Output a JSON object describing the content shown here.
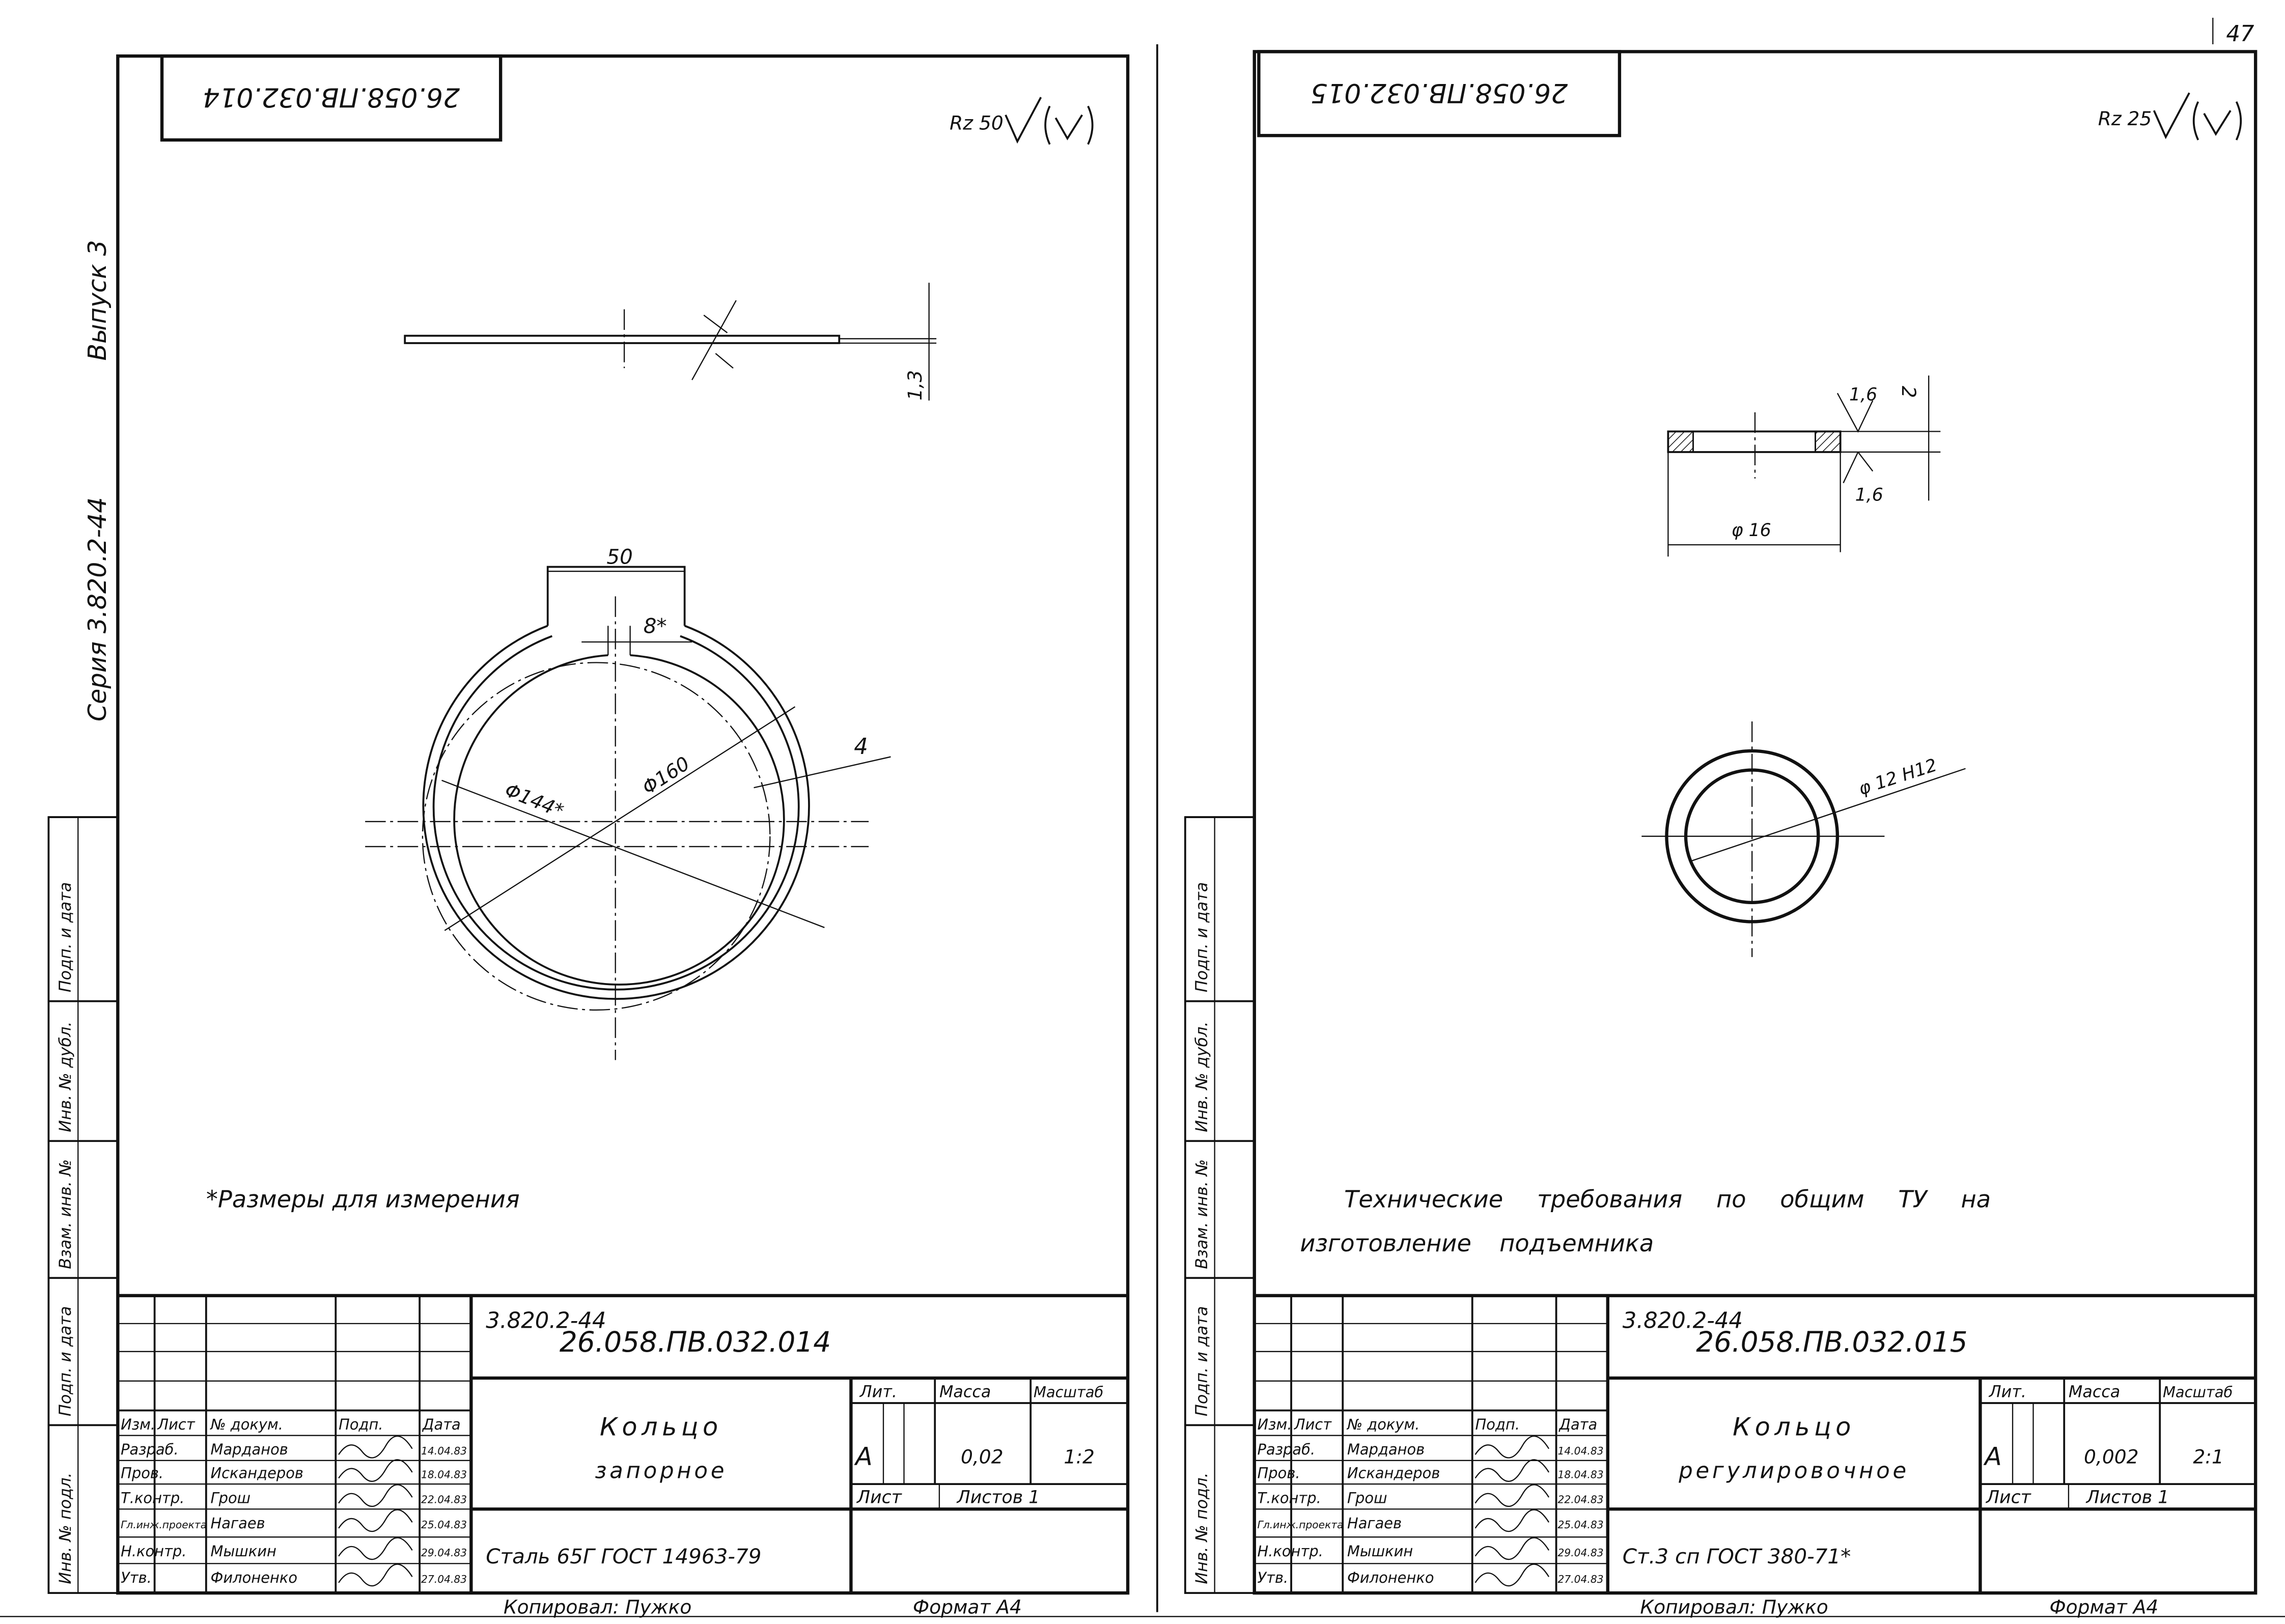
{
  "page_number": "47",
  "margin_left": {
    "series": "Серия 3.820.2-44",
    "issue": "Выпуск 3"
  },
  "side_stamps": [
    "Инв. № подл.",
    "Подп. и дата",
    "Взам. инв. №",
    "Инв. № дубл.",
    "Подп. и дата"
  ],
  "sheets": [
    {
      "stamp_code": "26.058.ПВ.032.014",
      "roughness": "Rz 50",
      "dims": {
        "thickness": "1,3",
        "width": "50",
        "gap": "8*",
        "d_inner": "Φ144*",
        "d_outer": "Φ160",
        "wall": "4"
      },
      "notes": [
        "*Размеры для измерения"
      ],
      "series_code": "3.820.2-44",
      "doc_code": "26.058.ПВ.032.014",
      "name_line1": "Кольцо",
      "name_line2": "запорное",
      "material": "Сталь 65Г ГОСТ 14963-79",
      "lit_header": "Лит.",
      "mass_header": "Масса",
      "scale_header": "Масштаб",
      "lit": "А",
      "mass": "0,02",
      "scale": "1:2",
      "sheet_label": "Лист",
      "sheets_label": "Листов 1",
      "header": [
        "Изм.",
        "Лист",
        "№ докум.",
        "Подп.",
        "Дата"
      ],
      "rows": [
        {
          "role": "Разраб.",
          "name": "Марданов",
          "date": "14.04.83"
        },
        {
          "role": "Пров.",
          "name": "Искандеров",
          "date": "18.04.83"
        },
        {
          "role": "Т.контр.",
          "name": "Грош",
          "date": "22.04.83"
        },
        {
          "role": "Гл.инж.проекта",
          "name": "Нагаев",
          "date": "25.04.83"
        },
        {
          "role": "Н.контр.",
          "name": "Мышкин",
          "date": "29.04.83"
        },
        {
          "role": "Утв.",
          "name": "Филоненко",
          "date": "27.04.83"
        }
      ],
      "copied": "Копировал: Пужко",
      "format": "Формат А4"
    },
    {
      "stamp_code": "26.058.ПВ.032.015",
      "roughness": "Rz 25",
      "dims": {
        "chamfer_top": "1,6",
        "chamfer_bottom": "1,6",
        "height": "2",
        "d_outer": "φ 16",
        "d_inner": "φ 12 H12"
      },
      "notes": [
        "Технические требования по общим ТУ на",
        "изготовление подъемника"
      ],
      "series_code": "3.820.2-44",
      "doc_code": "26.058.ПВ.032.015",
      "name_line1": "Кольцо",
      "name_line2": "регулировочное",
      "material": "Ст.3 сп ГОСТ 380-71*",
      "lit_header": "Лит.",
      "mass_header": "Масса",
      "scale_header": "Масштаб",
      "lit": "А",
      "mass": "0,002",
      "scale": "2:1",
      "sheet_label": "Лист",
      "sheets_label": "Листов 1",
      "header": [
        "Изм.",
        "Лист",
        "№ докум.",
        "Подп.",
        "Дата"
      ],
      "rows": [
        {
          "role": "Разраб.",
          "name": "Марданов",
          "date": "14.04.83"
        },
        {
          "role": "Пров.",
          "name": "Искандеров",
          "date": "18.04.83"
        },
        {
          "role": "Т.контр.",
          "name": "Грош",
          "date": "22.04.83"
        },
        {
          "role": "Гл.инж.проекта",
          "name": "Нагаев",
          "date": "25.04.83"
        },
        {
          "role": "Н.контр.",
          "name": "Мышкин",
          "date": "29.04.83"
        },
        {
          "role": "Утв.",
          "name": "Филоненко",
          "date": "27.04.83"
        }
      ],
      "copied": "Копировал: Пужко",
      "format": "Формат А4"
    }
  ]
}
